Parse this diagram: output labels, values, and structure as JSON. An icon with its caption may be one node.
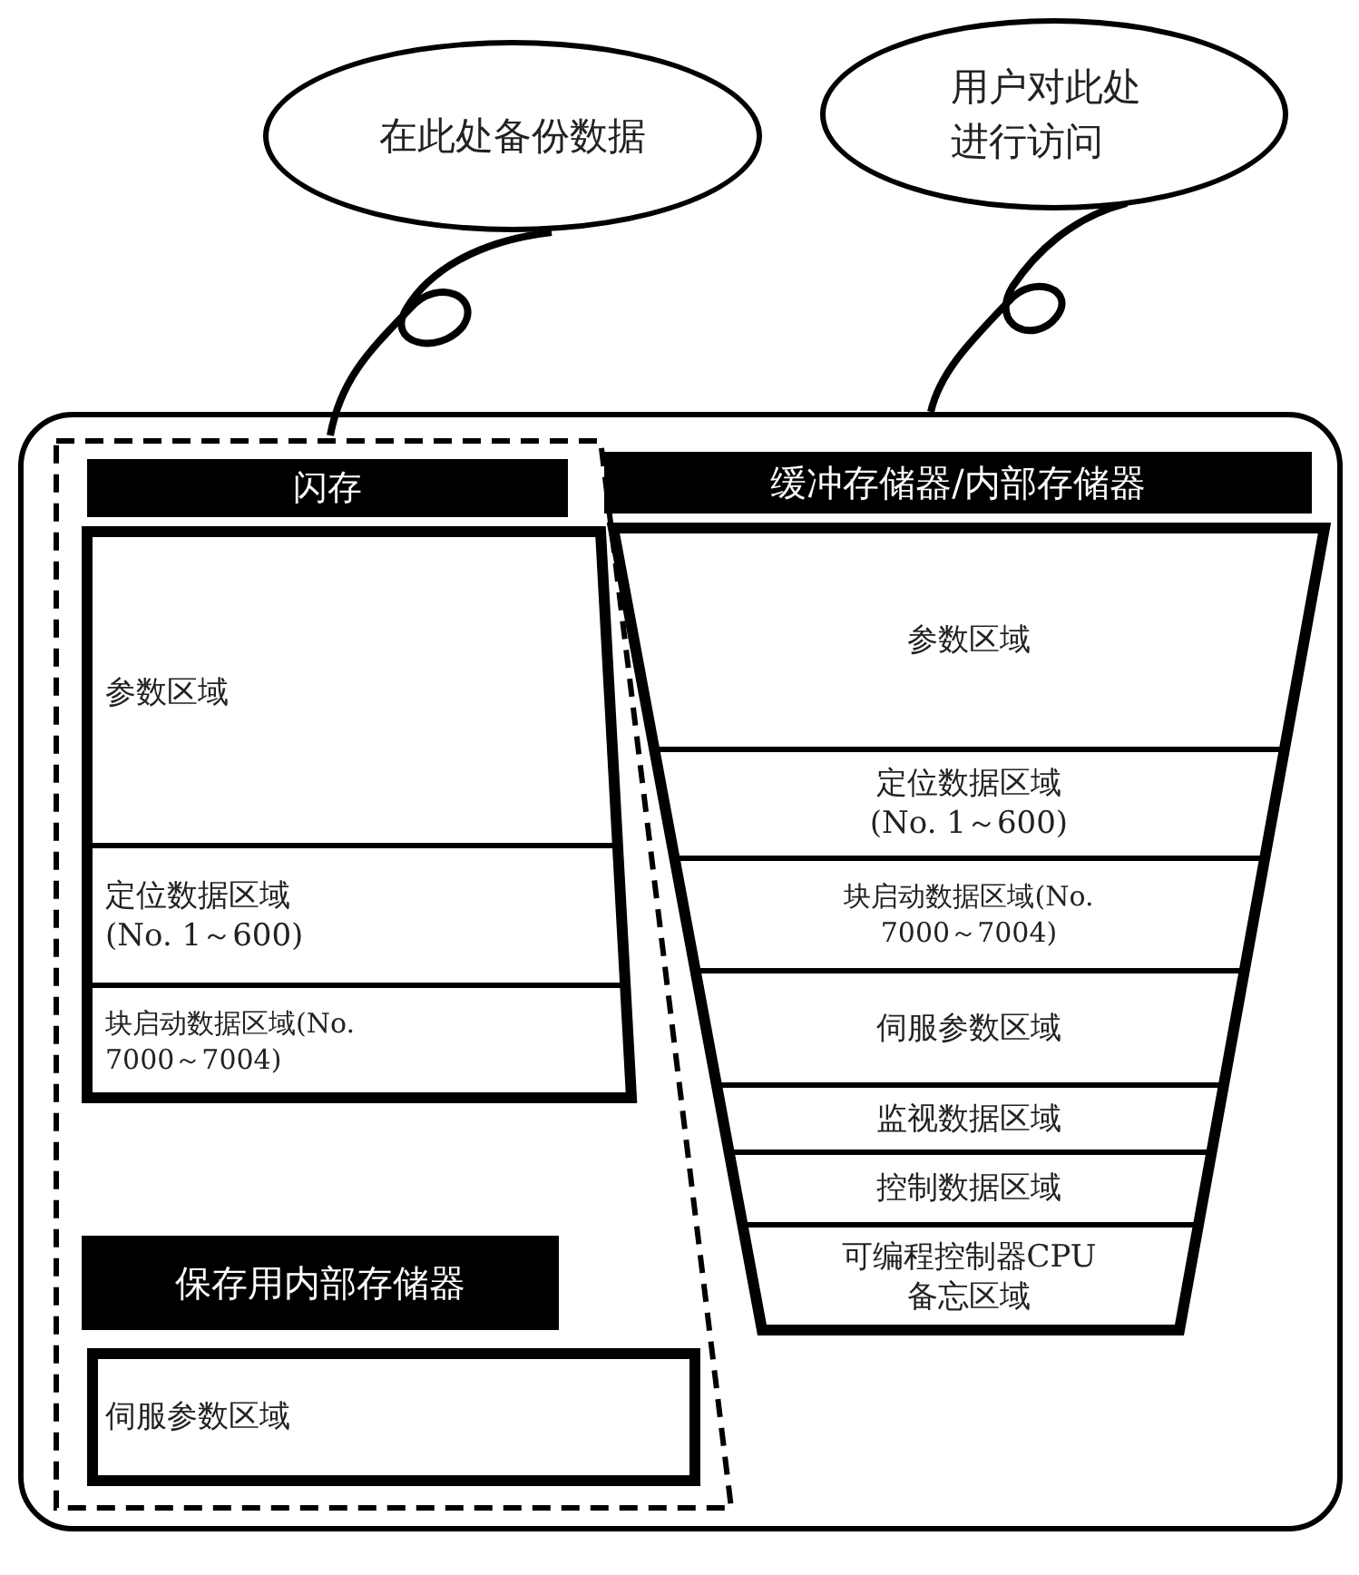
{
  "diagram": {
    "nodes": [
      {
        "text": [
          "在此处备份数据"
        ]
      },
      {
        "text": [
          "用户对此处进行访问"
        ]
      },
      {
        "text": [],
        "shape": "box"
      },
      {
        "text": [],
        "shape": "box",
        "in": 2
      },
      {
        "text": [
          "闪存"
        ],
        "in": 3
      },
      {
        "text": [],
        "shape": "trapezoid",
        "in": 3
      },
      {
        "text": [
          "参数区域"
        ],
        "in": 5
      },
      {
        "text": [
          "定位数据区域(No. 1～600)"
        ],
        "in": 5
      },
      {
        "text": [
          "块启动数据区域(No. 7000～7004)"
        ],
        "in": 5
      },
      {
        "text": [
          "保存用内部存储器"
        ],
        "in": 3
      },
      {
        "text": [
          "伺服参数区域"
        ],
        "in": 3
      },
      {
        "text": [
          "缓冲存储器/内部存储器"
        ],
        "in": 2
      },
      {
        "text": [],
        "shape": "trapezoid",
        "in": 2
      },
      {
        "text": [
          "参数区域"
        ],
        "in": 12
      },
      {
        "text": [
          "定位数据区域(No. 1～600)"
        ],
        "in": 12
      },
      {
        "text": [
          "块启动数据区域(No. 7000～7004)"
        ],
        "in": 12
      },
      {
        "text": [
          "伺服参数区域"
        ],
        "in": 12
      },
      {
        "text": [
          "监视数据区域"
        ],
        "in": 12
      },
      {
        "text": [
          "控制数据区域"
        ],
        "in": 12
      },
      {
        "text": [
          "可编程控制器CPU备忘区域"
        ],
        "in": 12
      }
    ],
    "edges": [
      {
        "from": 0,
        "to": 3,
        "arrow": "none"
      },
      {
        "from": 1,
        "to": 2,
        "arrow": "none"
      }
    ]
  }
}
